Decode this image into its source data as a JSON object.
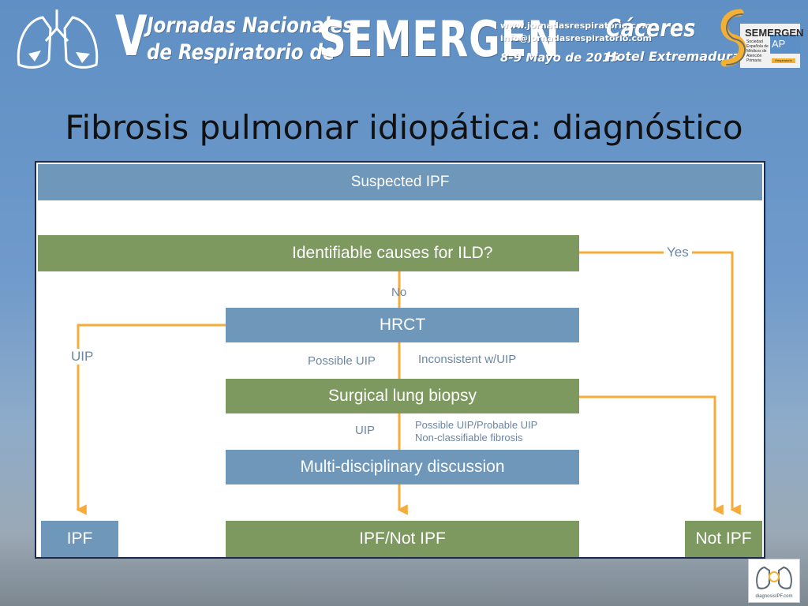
{
  "banner": {
    "roman": "V",
    "line1": "Jornadas Nacionales",
    "line2": "de Respiratorio de",
    "brand": "SEMERGEN",
    "website": "www.jornadasrespiratorio.com",
    "email": "info@jornadasrespiratorio.com",
    "dates": "8-9 Mayo de 2015",
    "city": "Cáceres",
    "venue": "Hotel Extremadura",
    "logo_name": "SEMERGEN",
    "logo_ap": "AP",
    "logo_desc": "Sociedad Española de Médicos de Atención Primaria",
    "logo_tag": "Respiratorio"
  },
  "slide": {
    "title": "Fibrosis pulmonar idiopática: diagnóstico"
  },
  "flow": {
    "nodes": {
      "suspected": "Suspected IPF",
      "causes": "Identifiable causes for ILD?",
      "hrct": "HRCT",
      "biopsy": "Surgical lung biopsy",
      "mdd": "Multi-disciplinary discussion",
      "ipf": "IPF",
      "ipf_not": "IPF/Not IPF",
      "not_ipf": "Not IPF"
    },
    "labels": {
      "yes": "Yes",
      "no": "No",
      "uip_left": "UIP",
      "possible_uip": "Possible UIP",
      "inconsistent": "Inconsistent w/UIP",
      "uip_mid": "UIP",
      "possible_probable": "Possible UIP/Probable UIP",
      "non_classifiable": "Non-classifiable fibrosis"
    }
  },
  "footer_logo": {
    "text": "diagnosisIPF.com"
  },
  "colors": {
    "flow_blue": "#6f97b9",
    "flow_green": "#7d9960",
    "arrow_orange": "#f5ac3b",
    "label_blue": "#6c86a3"
  }
}
